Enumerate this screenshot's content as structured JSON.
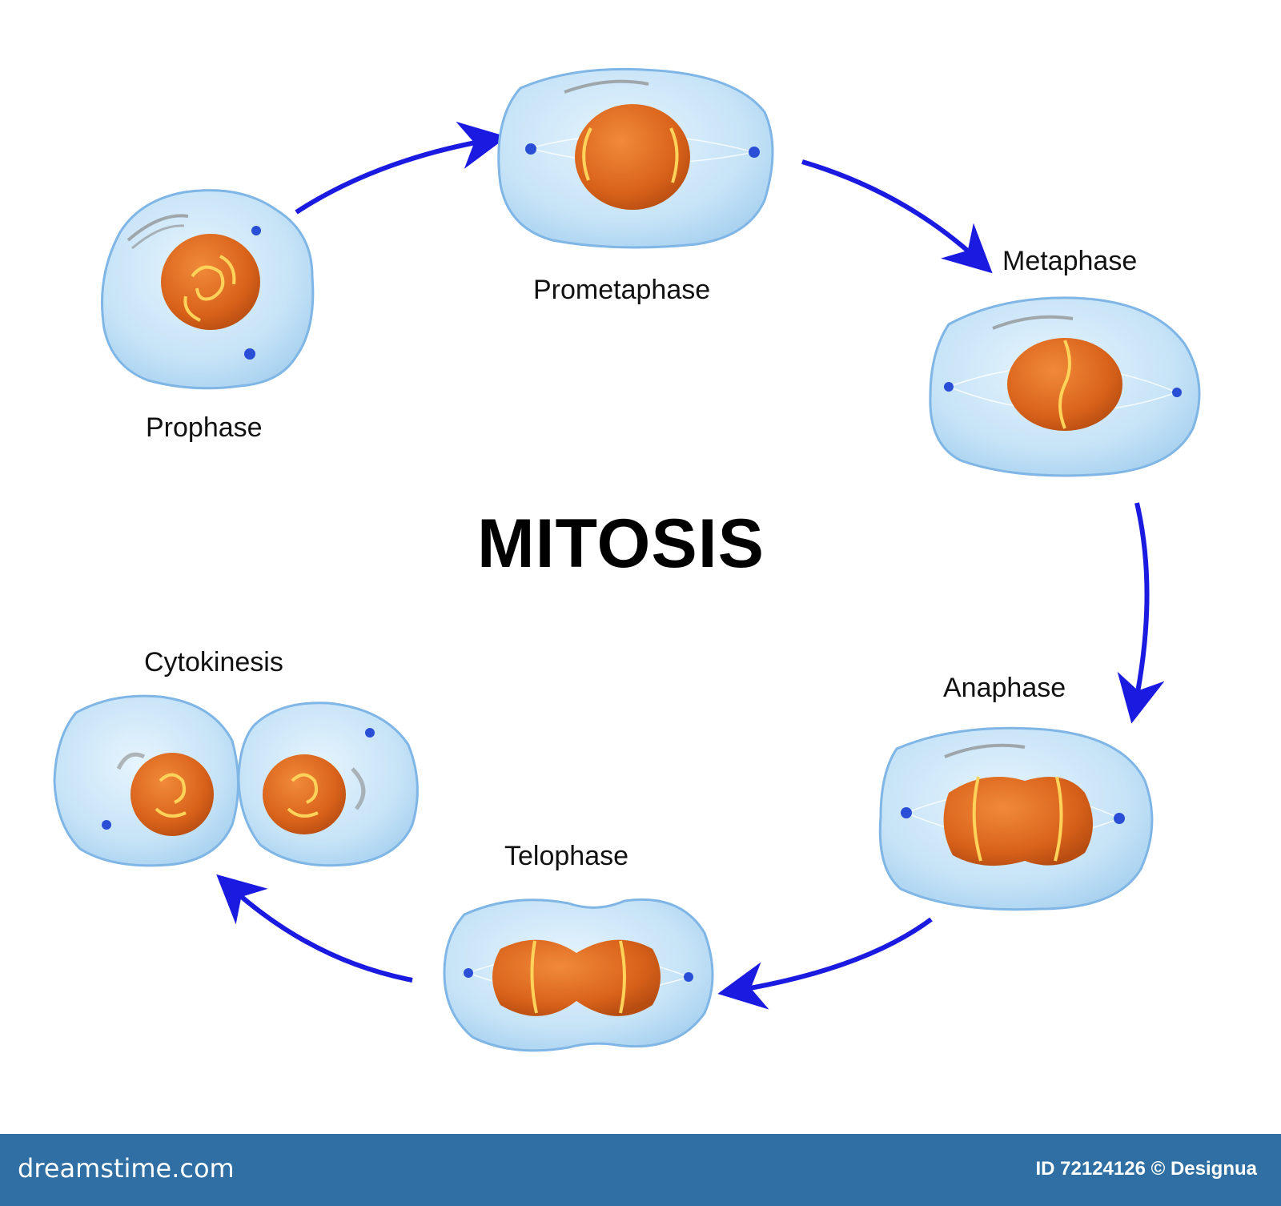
{
  "title": "MITOSIS",
  "stages": [
    {
      "id": "prophase",
      "label": "Prophase"
    },
    {
      "id": "prometaphase",
      "label": "Prometaphase"
    },
    {
      "id": "metaphase",
      "label": "Metaphase"
    },
    {
      "id": "anaphase",
      "label": "Anaphase"
    },
    {
      "id": "telophase",
      "label": "Telophase"
    },
    {
      "id": "cytokinesis",
      "label": "Cytokinesis"
    }
  ],
  "footer": {
    "brand": "dreamstime.com",
    "credit": "ID 72124126 © Designua"
  },
  "colors": {
    "arrow": "#1a1ae0",
    "cell_fill": "#c6e3f7",
    "cell_edge": "#7fb6e6",
    "nucleus": "#dd6a1c",
    "chromosome": "#ffd35a",
    "footer_bg": "#2f6fa3"
  }
}
